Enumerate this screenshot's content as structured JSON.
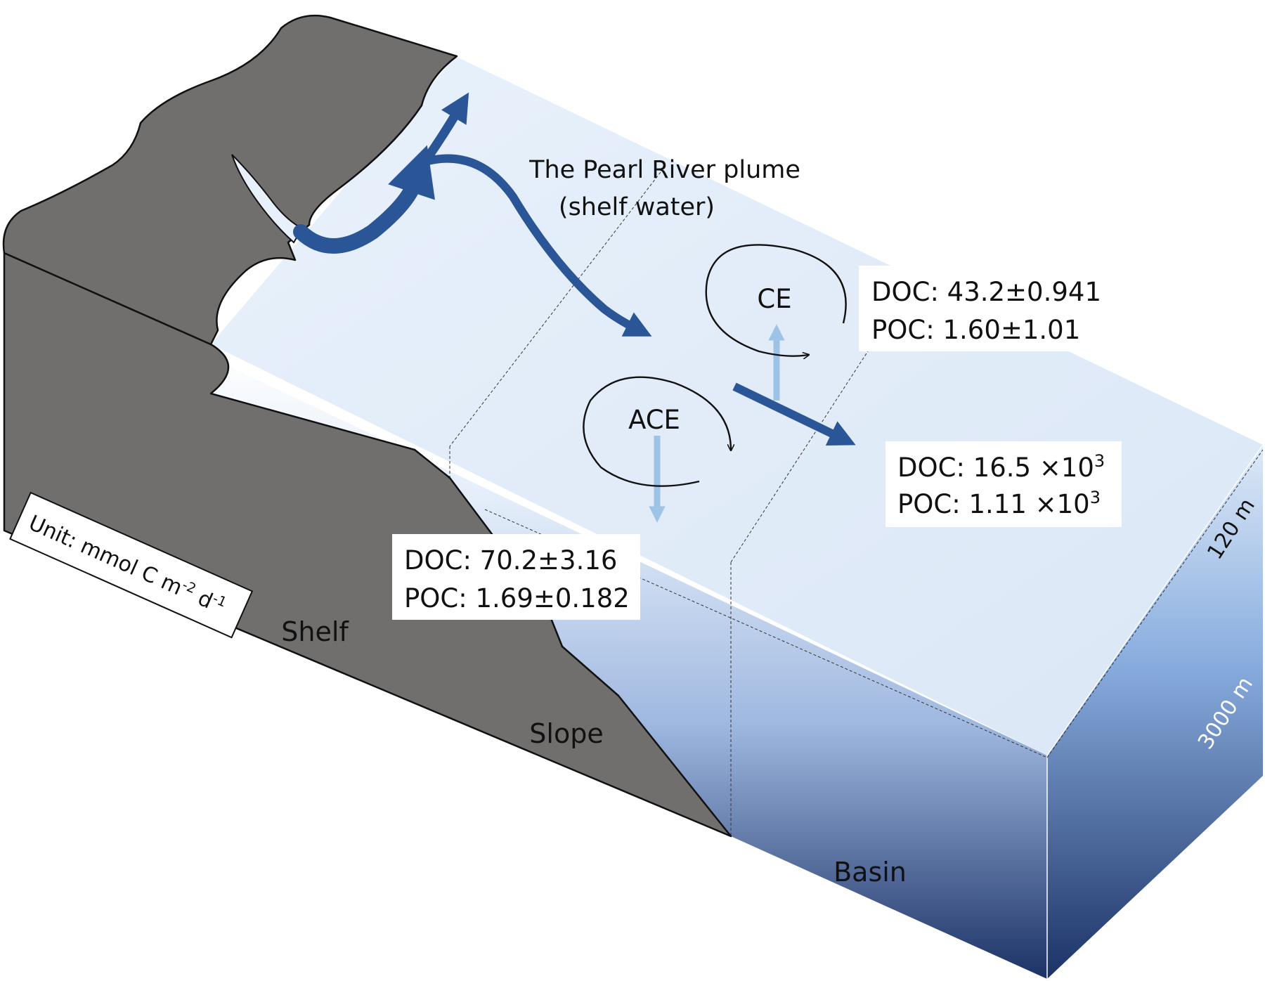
{
  "labels": {
    "plume_line1": "The Pearl River plume",
    "plume_line2": "(shelf water)",
    "ce": "CE",
    "ace": "ACE",
    "shelf": "Shelf",
    "slope": "Slope",
    "basin": "Basin",
    "depth_upper": "120 m",
    "depth_lower": "3000 m"
  },
  "unit": {
    "prefix": "Unit: mmol C m",
    "exp1": "-2",
    "mid": " d",
    "exp2": "-1"
  },
  "boxes": {
    "ce": {
      "doc": "DOC: 43.2±0.941",
      "poc": "POC: 1.60±1.01"
    },
    "export": {
      "doc_base": "DOC: 16.5 ×10",
      "doc_exp": "3",
      "poc_base": "POC: 1.11 ×10",
      "poc_exp": "3"
    },
    "ace": {
      "doc": "DOC: 70.2±3.16",
      "poc": "POC: 1.69±0.182"
    }
  },
  "colors": {
    "land": "#716f6e",
    "water_surface": "#dde9f7",
    "water_deep": "#1c3266",
    "flow_arrow": "#2a5597",
    "vertical_arrow": "#9dc3e6"
  }
}
